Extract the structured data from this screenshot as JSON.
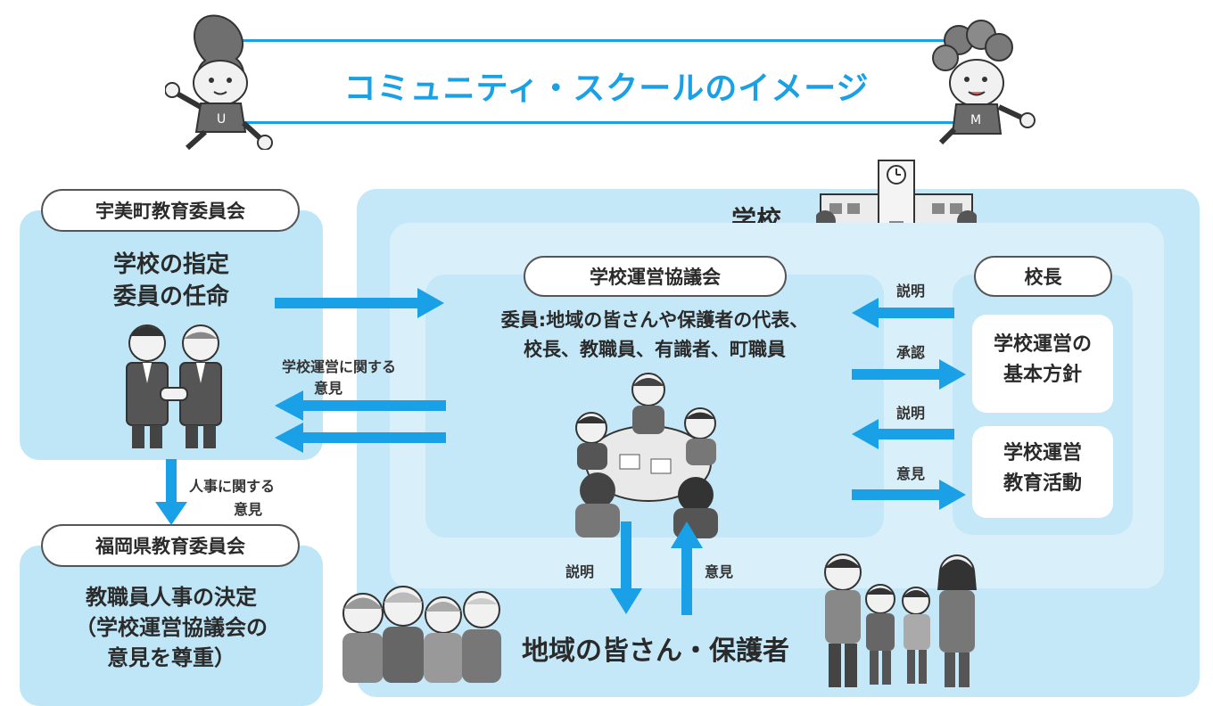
{
  "banner": {
    "title": "コミュニティ・スクールのイメージ"
  },
  "colors": {
    "accent": "#1aa0e6",
    "panel_light": "#bfe6f7",
    "panel_mid": "#d4eefa",
    "panel_inner": "#c6e8f8",
    "text": "#2a2a2a"
  },
  "board": {
    "title": "宇美町教育委員会",
    "line1": "学校の指定",
    "line2": "委員の任命"
  },
  "prefecture": {
    "title": "福岡県教育委員会",
    "line1": "教職員人事の決定",
    "line2": "（学校運営協議会の",
    "line3": "意見を尊重）"
  },
  "school": {
    "title": "学校"
  },
  "council": {
    "title": "学校運営協議会",
    "members_line1": "委員:地域の皆さんや保護者の代表、",
    "members_line2": "校長、教職員、有識者、町職員"
  },
  "principal": {
    "title": "校長",
    "box1_line1": "学校運営の",
    "box1_line2": "基本方針",
    "box2_line1": "学校運営",
    "box2_line2": "教育活動"
  },
  "community": {
    "title": "地域の皆さん・保護者"
  },
  "arrows": {
    "opinion_school_line1": "学校運営に関する",
    "opinion_school_line2": "意見",
    "opinion_personnel_line1": "人事に関する",
    "opinion_personnel_line2": "意見",
    "explain1": "説明",
    "approve": "承認",
    "explain2": "説明",
    "opinion": "意見",
    "explain_down": "説明",
    "opinion_up": "意見"
  },
  "icons": [
    "mascot-u-icon",
    "mascot-m-icon",
    "school-building-icon",
    "handshake-illustration",
    "meeting-illustration",
    "elderly-group-illustration",
    "family-illustration"
  ]
}
